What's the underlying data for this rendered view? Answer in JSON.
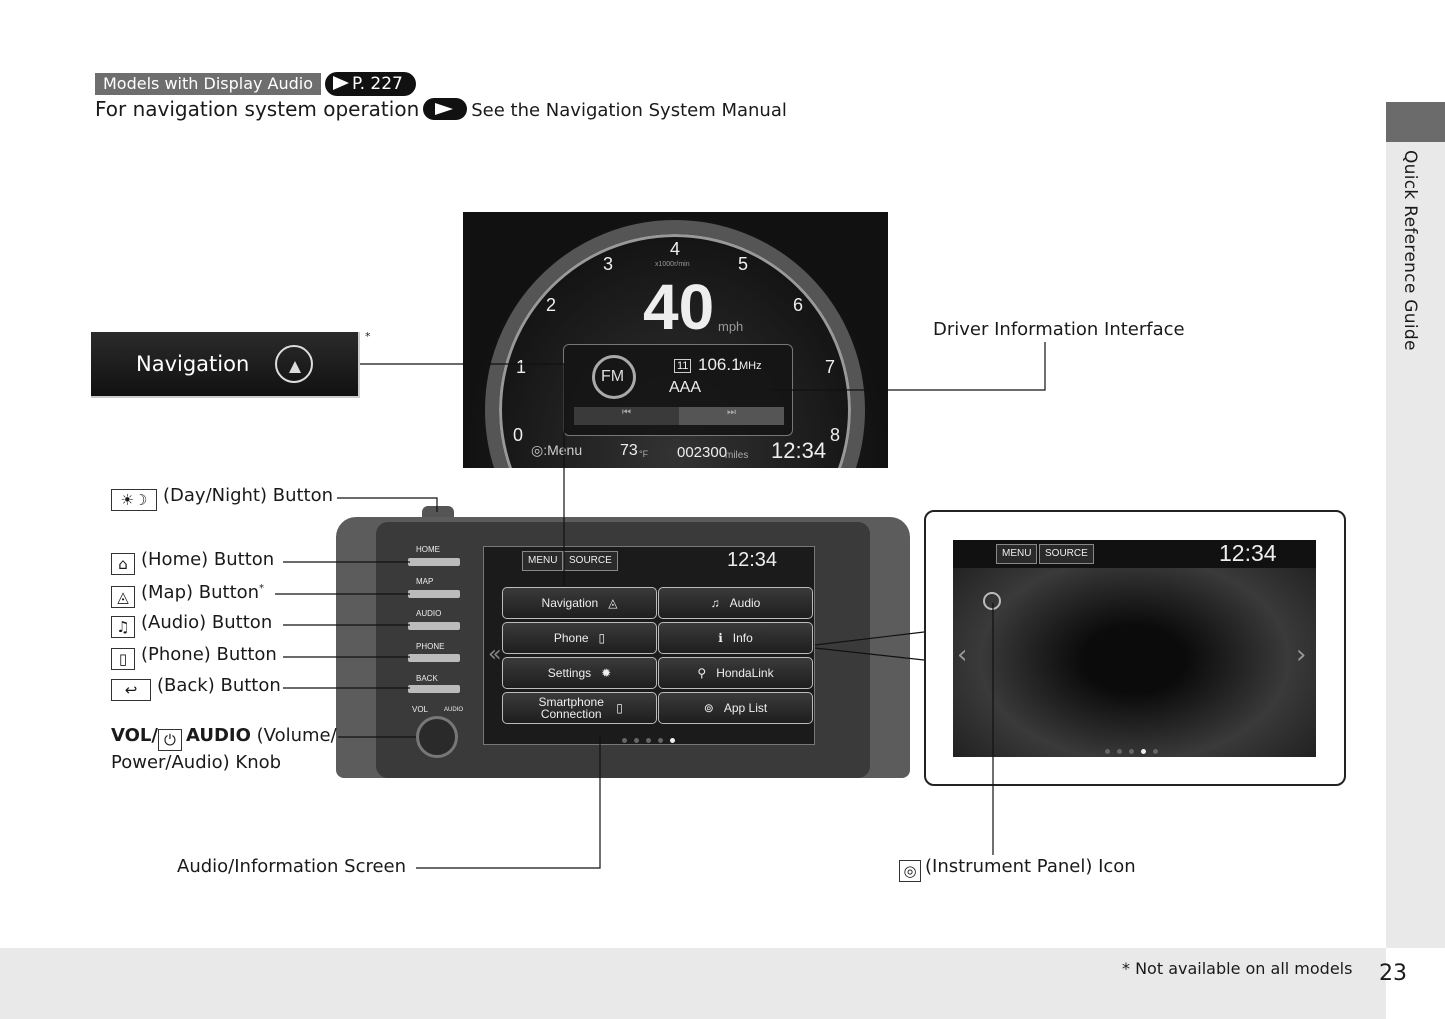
{
  "header": {
    "badge": "Models with Display Audio",
    "page_ref": "P. 227",
    "line_text": "For navigation system operation",
    "line_ref": "See the Navigation System Manual"
  },
  "side_tab": "Quick Reference Guide",
  "nav_button": {
    "label": "Navigation",
    "asterisk": "*"
  },
  "dii": {
    "title": "Driver Information Interface",
    "rpm_unit": "x1000r/min",
    "ticks": [
      "0",
      "1",
      "2",
      "3",
      "4",
      "5",
      "6",
      "7",
      "8"
    ],
    "speed": "40",
    "speed_unit": "mph",
    "band": "FM",
    "preset": "11",
    "frequency": "106.1",
    "freq_unit": "MHz",
    "station": "AAA",
    "menu": ":Menu",
    "temp": "73",
    "temp_unit": "°F",
    "odometer": "002300",
    "odo_unit": "miles",
    "clock": "12:34"
  },
  "labels": {
    "day_night": "(Day/Night) Button",
    "home": "(Home) Button",
    "map": "(Map) Button",
    "map_ast": "*",
    "audio": "(Audio) Button",
    "phone": "(Phone) Button",
    "back": "(Back) Button",
    "vol_a": "VOL/",
    "vol_b": "AUDIO",
    "vol_c": "(Volume/",
    "vol_d": "Power/Audio) Knob",
    "screen": "Audio/Information Screen",
    "instrument": "(Instrument Panel) Icon"
  },
  "head_unit": {
    "hard_buttons": [
      "HOME",
      "MAP",
      "AUDIO",
      "PHONE",
      "BACK"
    ],
    "vol": "VOL",
    "audio": "AUDIO",
    "menu": "MENU",
    "source": "SOURCE",
    "clock": "12:34",
    "tiles": [
      "Navigation",
      "Phone",
      "Settings",
      "Smartphone Connection",
      "Audio",
      "Info",
      "HondaLink",
      "App List"
    ]
  },
  "inset": {
    "menu": "MENU",
    "source": "SOURCE",
    "clock": "12:34"
  },
  "footer": {
    "note": "* Not available on all models",
    "page": "23"
  }
}
